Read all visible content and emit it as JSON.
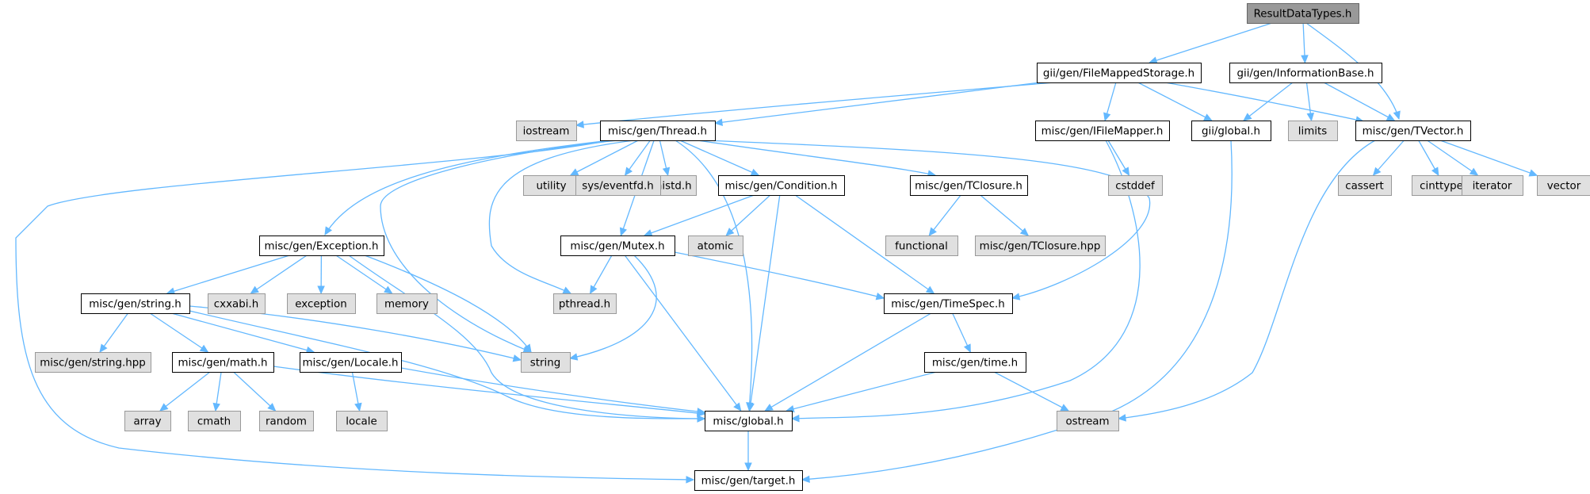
{
  "graph": {
    "colors": {
      "edge": "#63b8ff",
      "root_fill": "#999999",
      "root_border": "#666666",
      "header_fill": "#ffffff",
      "header_border": "#000000",
      "system_fill": "#e0e0e0",
      "system_border": "#999999"
    },
    "nodes": [
      {
        "id": "root",
        "label": "ResultDataTypes.h",
        "kind": "root"
      },
      {
        "id": "fms",
        "label": "gii/gen/FileMappedStorage.h",
        "kind": "header"
      },
      {
        "id": "infobase",
        "label": "gii/gen/InformationBase.h",
        "kind": "header"
      },
      {
        "id": "iostream",
        "label": "iostream",
        "kind": "system"
      },
      {
        "id": "thread",
        "label": "misc/gen/Thread.h",
        "kind": "header"
      },
      {
        "id": "ifilemapper",
        "label": "misc/gen/IFileMapper.h",
        "kind": "header"
      },
      {
        "id": "giiglobal",
        "label": "gii/global.h",
        "kind": "header"
      },
      {
        "id": "limits",
        "label": "limits",
        "kind": "system"
      },
      {
        "id": "tvector",
        "label": "misc/gen/TVector.h",
        "kind": "header"
      },
      {
        "id": "unistd",
        "label": "unistd.h",
        "kind": "system"
      },
      {
        "id": "utility",
        "label": "utility",
        "kind": "system"
      },
      {
        "id": "eventfd",
        "label": "sys/eventfd.h",
        "kind": "system"
      },
      {
        "id": "condition",
        "label": "misc/gen/Condition.h",
        "kind": "header"
      },
      {
        "id": "tclosure",
        "label": "misc/gen/TClosure.h",
        "kind": "header"
      },
      {
        "id": "cstddef",
        "label": "cstddef",
        "kind": "system"
      },
      {
        "id": "cassert",
        "label": "cassert",
        "kind": "system"
      },
      {
        "id": "cinttypes",
        "label": "cinttypes",
        "kind": "system"
      },
      {
        "id": "iterator",
        "label": "iterator",
        "kind": "system"
      },
      {
        "id": "vector",
        "label": "vector",
        "kind": "system"
      },
      {
        "id": "exception_h",
        "label": "misc/gen/Exception.h",
        "kind": "header"
      },
      {
        "id": "mutex",
        "label": "misc/gen/Mutex.h",
        "kind": "header"
      },
      {
        "id": "atomic",
        "label": "atomic",
        "kind": "system"
      },
      {
        "id": "functional",
        "label": "functional",
        "kind": "system"
      },
      {
        "id": "tclosurehpp",
        "label": "misc/gen/TClosure.hpp",
        "kind": "system"
      },
      {
        "id": "string_h",
        "label": "misc/gen/string.h",
        "kind": "header"
      },
      {
        "id": "cxxabi",
        "label": "cxxabi.h",
        "kind": "system"
      },
      {
        "id": "exception",
        "label": "exception",
        "kind": "system"
      },
      {
        "id": "memory",
        "label": "memory",
        "kind": "system"
      },
      {
        "id": "pthread",
        "label": "pthread.h",
        "kind": "system"
      },
      {
        "id": "timespec",
        "label": "misc/gen/TimeSpec.h",
        "kind": "header"
      },
      {
        "id": "stringhpp",
        "label": "misc/gen/string.hpp",
        "kind": "system"
      },
      {
        "id": "math",
        "label": "misc/gen/math.h",
        "kind": "header"
      },
      {
        "id": "locale_h",
        "label": "misc/gen/Locale.h",
        "kind": "header"
      },
      {
        "id": "string",
        "label": "string",
        "kind": "system"
      },
      {
        "id": "time",
        "label": "misc/gen/time.h",
        "kind": "header"
      },
      {
        "id": "array",
        "label": "array",
        "kind": "system"
      },
      {
        "id": "cmath",
        "label": "cmath",
        "kind": "system"
      },
      {
        "id": "random",
        "label": "random",
        "kind": "system"
      },
      {
        "id": "locale",
        "label": "locale",
        "kind": "system"
      },
      {
        "id": "miscglobal",
        "label": "misc/global.h",
        "kind": "header"
      },
      {
        "id": "ostream",
        "label": "ostream",
        "kind": "system"
      },
      {
        "id": "target",
        "label": "misc/gen/target.h",
        "kind": "header"
      }
    ],
    "edges": [
      [
        "root",
        "fms"
      ],
      [
        "root",
        "infobase"
      ],
      [
        "root",
        "tvector"
      ],
      [
        "fms",
        "iostream"
      ],
      [
        "fms",
        "thread"
      ],
      [
        "fms",
        "ifilemapper"
      ],
      [
        "fms",
        "giiglobal"
      ],
      [
        "fms",
        "tvector"
      ],
      [
        "infobase",
        "giiglobal"
      ],
      [
        "infobase",
        "limits"
      ],
      [
        "infobase",
        "tvector"
      ],
      [
        "thread",
        "target"
      ],
      [
        "thread",
        "exception_h"
      ],
      [
        "thread",
        "string"
      ],
      [
        "thread",
        "unistd"
      ],
      [
        "thread",
        "utility"
      ],
      [
        "thread",
        "eventfd"
      ],
      [
        "thread",
        "pthread"
      ],
      [
        "thread",
        "mutex"
      ],
      [
        "thread",
        "condition"
      ],
      [
        "thread",
        "tclosure"
      ],
      [
        "thread",
        "miscglobal"
      ],
      [
        "thread",
        "timespec"
      ],
      [
        "ifilemapper",
        "cstddef"
      ],
      [
        "ifilemapper",
        "miscglobal"
      ],
      [
        "giiglobal",
        "target"
      ],
      [
        "tvector",
        "cassert"
      ],
      [
        "tvector",
        "cinttypes"
      ],
      [
        "tvector",
        "iterator"
      ],
      [
        "tvector",
        "vector"
      ],
      [
        "tvector",
        "ostream"
      ],
      [
        "condition",
        "mutex"
      ],
      [
        "condition",
        "atomic"
      ],
      [
        "condition",
        "miscglobal"
      ],
      [
        "condition",
        "timespec"
      ],
      [
        "tclosure",
        "functional"
      ],
      [
        "tclosure",
        "tclosurehpp"
      ],
      [
        "exception_h",
        "string_h"
      ],
      [
        "exception_h",
        "cxxabi"
      ],
      [
        "exception_h",
        "exception"
      ],
      [
        "exception_h",
        "memory"
      ],
      [
        "exception_h",
        "string"
      ],
      [
        "exception_h",
        "miscglobal"
      ],
      [
        "mutex",
        "pthread"
      ],
      [
        "mutex",
        "string"
      ],
      [
        "mutex",
        "miscglobal"
      ],
      [
        "mutex",
        "timespec"
      ],
      [
        "string_h",
        "stringhpp"
      ],
      [
        "string_h",
        "math"
      ],
      [
        "string_h",
        "locale_h"
      ],
      [
        "string_h",
        "string"
      ],
      [
        "string_h",
        "miscglobal"
      ],
      [
        "math",
        "array"
      ],
      [
        "math",
        "cmath"
      ],
      [
        "math",
        "random"
      ],
      [
        "math",
        "miscglobal"
      ],
      [
        "locale_h",
        "locale"
      ],
      [
        "locale_h",
        "miscglobal"
      ],
      [
        "timespec",
        "time"
      ],
      [
        "timespec",
        "miscglobal"
      ],
      [
        "time",
        "miscglobal"
      ],
      [
        "time",
        "ostream"
      ],
      [
        "miscglobal",
        "target"
      ]
    ]
  }
}
